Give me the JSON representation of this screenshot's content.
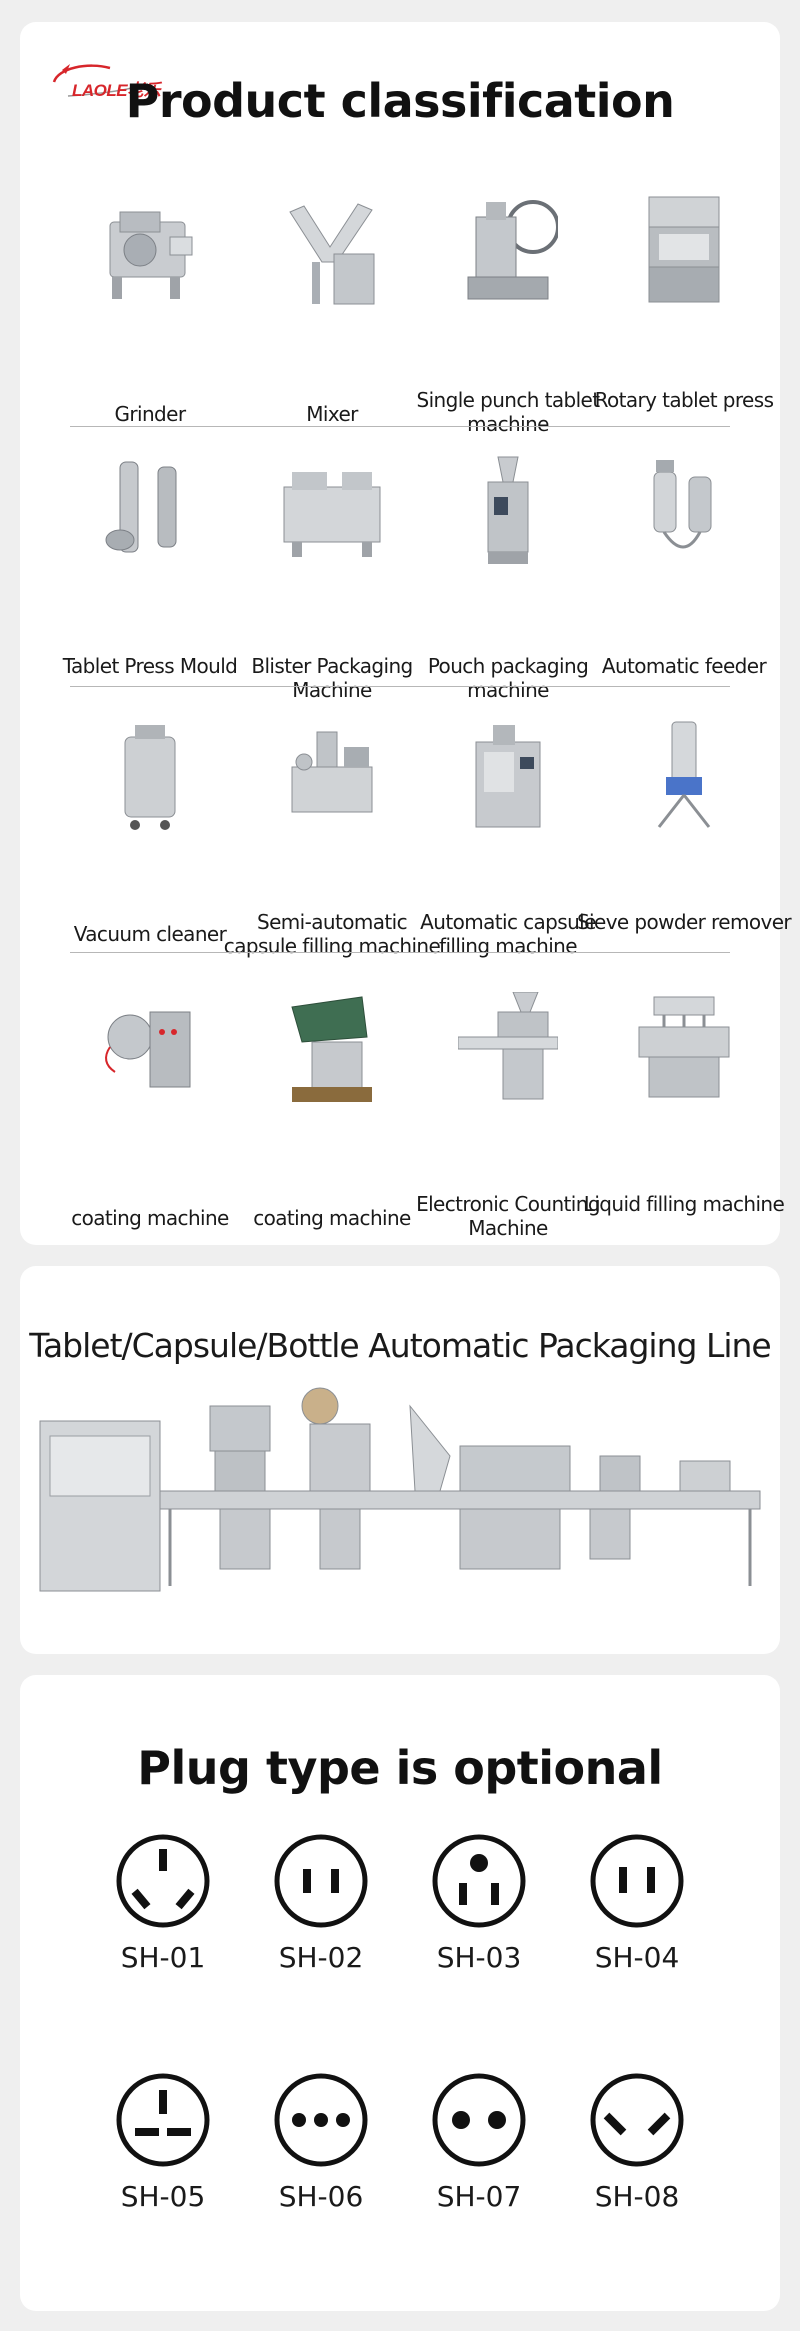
{
  "brand": {
    "logo_text": "LAOLE老乐",
    "accent": "#d7262b"
  },
  "classification": {
    "title": "Product classification",
    "products": [
      {
        "label": "Grinder",
        "icon": "grinder-icon"
      },
      {
        "label": "Mixer",
        "icon": "v-mixer-icon"
      },
      {
        "label": "Single punch tablet machine",
        "icon": "single-punch-icon"
      },
      {
        "label": "Rotary tablet press",
        "icon": "rotary-press-icon"
      },
      {
        "label": "Tablet Press Mould",
        "icon": "mould-icon"
      },
      {
        "label": "Blister Packaging Machine",
        "icon": "blister-icon"
      },
      {
        "label": "Pouch packaging machine",
        "icon": "pouch-icon"
      },
      {
        "label": "Automatic feeder",
        "icon": "feeder-icon"
      },
      {
        "label": "Vacuum cleaner",
        "icon": "vacuum-icon"
      },
      {
        "label": "Semi-automatic capsule filling machine",
        "icon": "semi-capsule-icon"
      },
      {
        "label": "Automatic capsule filling machine",
        "icon": "auto-capsule-icon"
      },
      {
        "label": "Sieve powder remover",
        "icon": "sieve-icon"
      },
      {
        "label": "coating machine",
        "icon": "coating-icon"
      },
      {
        "label": "coating machine",
        "icon": "coating-pan-icon"
      },
      {
        "label": "Electronic Counting Machine",
        "icon": "counting-icon"
      },
      {
        "label": "Liquid filling machine",
        "icon": "liquid-filling-icon"
      }
    ]
  },
  "packaging_line": {
    "title": "Tablet/Capsule/Bottle Automatic Packaging Line"
  },
  "plugs": {
    "title": "Plug type is optional",
    "items": [
      {
        "label": "SH-01",
        "icon": "plug-sh01-icon"
      },
      {
        "label": "SH-02",
        "icon": "plug-sh02-icon"
      },
      {
        "label": "SH-03",
        "icon": "plug-sh03-icon"
      },
      {
        "label": "SH-04",
        "icon": "plug-sh04-icon"
      },
      {
        "label": "SH-05",
        "icon": "plug-sh05-icon"
      },
      {
        "label": "SH-06",
        "icon": "plug-sh06-icon"
      },
      {
        "label": "SH-07",
        "icon": "plug-sh07-icon"
      },
      {
        "label": "SH-08",
        "icon": "plug-sh08-icon"
      }
    ]
  }
}
